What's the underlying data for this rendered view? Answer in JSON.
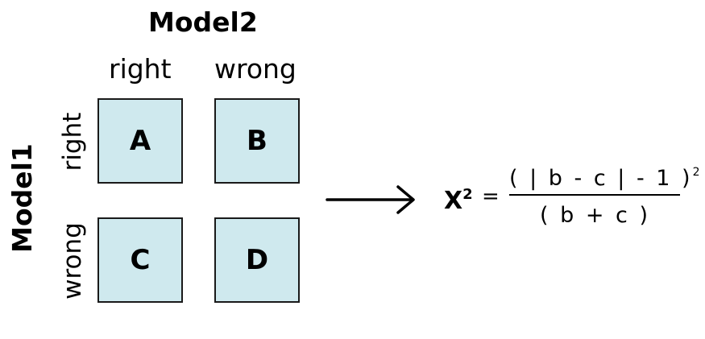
{
  "diagram": {
    "title_columns": "Model2",
    "title_rows": "Model1",
    "column_labels": {
      "right": "right",
      "wrong": "wrong"
    },
    "row_labels": {
      "right": "right",
      "wrong": "wrong"
    },
    "cells": {
      "a": "A",
      "b": "B",
      "c": "C",
      "d": "D"
    },
    "cell_color": "#cfe9ee",
    "formula": {
      "lhs": "X",
      "lhs_exponent": "2",
      "equals": "=",
      "numerator": "( | b - c | - 1 )",
      "numerator_exponent": "2",
      "denominator": "( b + c )"
    }
  }
}
